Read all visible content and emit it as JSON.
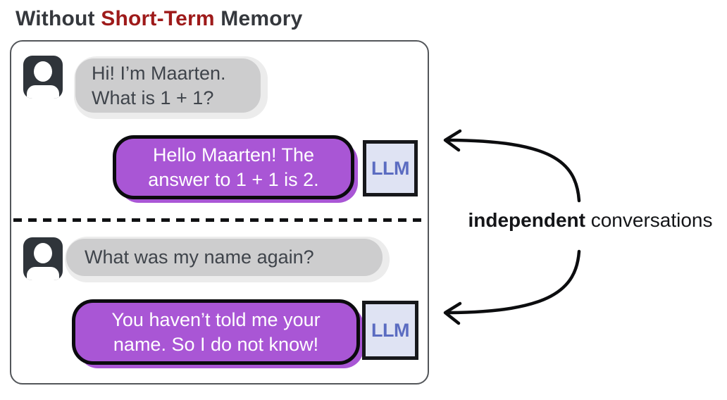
{
  "title": {
    "part1": "Without ",
    "highlight": "Short-Term",
    "part2": " Memory"
  },
  "conversations": [
    {
      "user": {
        "lines": [
          "Hi! I’m Maarten.",
          "What is 1 + 1?"
        ]
      },
      "llm": {
        "lines": [
          "Hello Maarten! The",
          "answer to 1 + 1 is 2."
        ],
        "label": "LLM"
      }
    },
    {
      "user": {
        "lines": [
          "What was my name again?"
        ]
      },
      "llm": {
        "lines": [
          "You haven’t told me your",
          "name. So I do not know!"
        ],
        "label": "LLM"
      }
    }
  ],
  "annotation": {
    "bold": "independent",
    "regular": " conversations"
  },
  "icons": {
    "user_avatar": "person-icon",
    "arrows": "curved-left-arrow"
  },
  "colors": {
    "title_dark": "#35383d",
    "title_red": "#9e1a1a",
    "bubble_purple": "#a956d5",
    "bubble_gray": "#cdcdce",
    "bubble_gray_halo": "#ececec",
    "llm_box_bg": "#dfe3f3",
    "llm_text_blue": "#5b6cc1",
    "line_black": "#0c0d0f",
    "panel_border": "#53565a"
  }
}
